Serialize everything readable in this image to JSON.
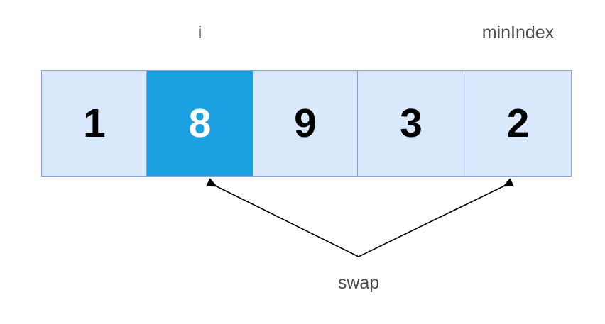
{
  "diagram": {
    "title": "selection-sort-swap-step",
    "colors": {
      "cell_fill": "#DAE8FC",
      "cell_border": "#7EA6E0",
      "highlight_fill": "#1BA1E2",
      "highlight_text": "#FFFFFF",
      "value_text": "#000000",
      "label_text": "#4D4D4D",
      "arrow_stroke": "#000000",
      "background": "#FFFFFF"
    },
    "array": {
      "cells": [
        {
          "value": "1",
          "highlighted": false
        },
        {
          "value": "8",
          "highlighted": true
        },
        {
          "value": "9",
          "highlighted": false
        },
        {
          "value": "3",
          "highlighted": false
        },
        {
          "value": "2",
          "highlighted": false
        }
      ]
    },
    "pointers": [
      {
        "name": "i",
        "label": "i",
        "target_index": 1
      },
      {
        "name": "minIndex",
        "label": "minIndex",
        "target_index": 4
      }
    ],
    "annotation": {
      "label": "swap",
      "from_index": 1,
      "to_index": 4,
      "arrow_style": "double-headed-v"
    }
  }
}
